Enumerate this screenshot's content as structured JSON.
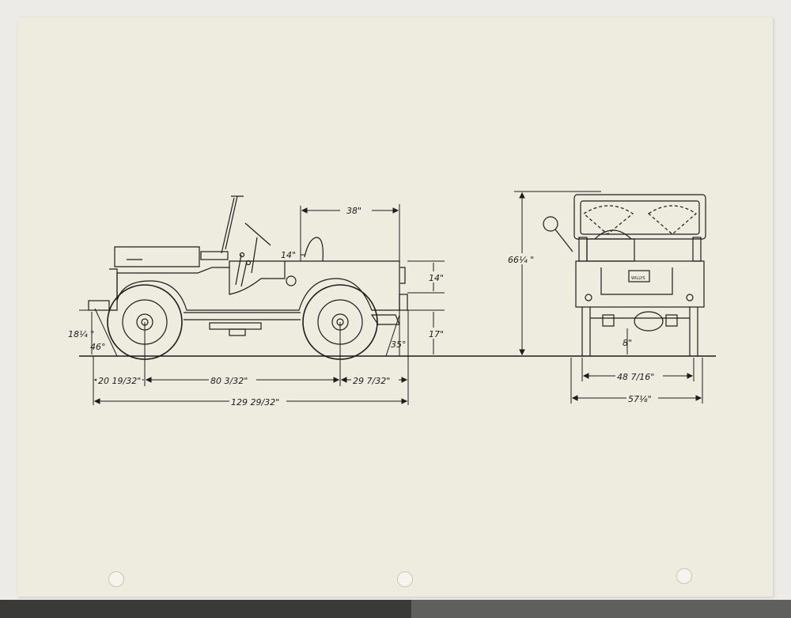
{
  "side_view": {
    "top_rear_length": "38\"",
    "seat_height": "14\"",
    "body_rear_height": "14\"",
    "rear_ground_height": "17\"",
    "front_bumper_height": "18¼ \"",
    "approach_angle": "46°",
    "departure_angle": "35°",
    "front_overhang": "20 19/32\"",
    "wheelbase": "80 3/32\"",
    "rear_overhang": "29 7/32\"",
    "overall_length": "129 29/32\""
  },
  "rear_view": {
    "overall_height": "66¼ \"",
    "ground_clearance": "8\"",
    "track_width": "48 7/16\"",
    "overall_width": "57⅛\"",
    "badge": "WILLYS"
  },
  "colors": {
    "paper": "#eeebdf",
    "ink": "#1d1d1d"
  }
}
